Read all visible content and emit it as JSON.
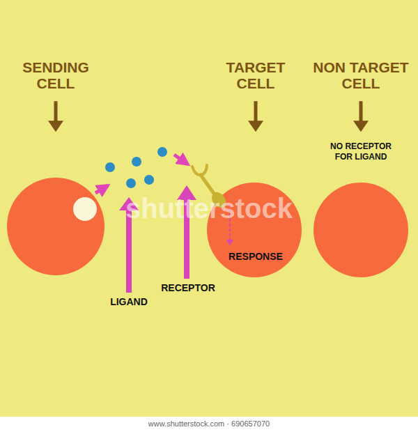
{
  "diagram": {
    "nodes": [
      {
        "text": [
          "SENDING CELL"
        ]
      },
      {
        "text": [
          "TARGET CELL",
          "RESPONSE"
        ]
      },
      {
        "text": [
          "NON TARGET CELL",
          "NO RECEPTOR FOR LIGAND"
        ]
      }
    ],
    "labels": [
      "LIGAND",
      "RECEPTOR",
      "shutterstock",
      "www.shutterstock.com · 690657070"
    ]
  }
}
